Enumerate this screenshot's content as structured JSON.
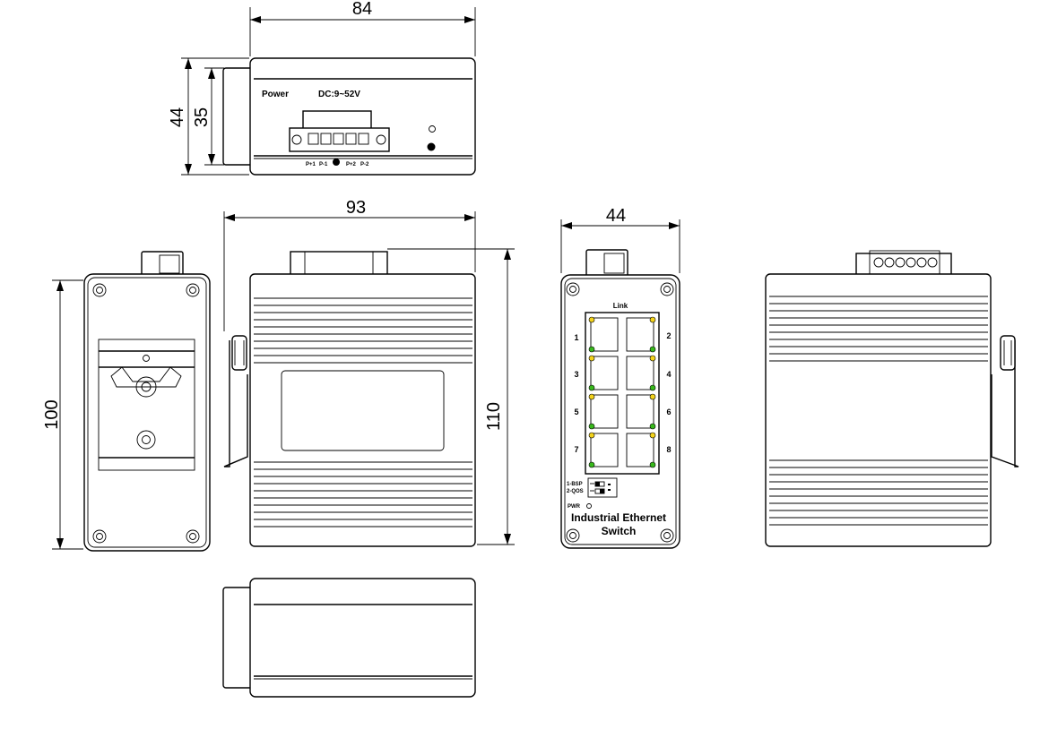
{
  "dimensions": {
    "top_width": "84",
    "top_height_outer": "44",
    "top_height_inner": "35",
    "side_width": "93",
    "front_width": "44",
    "din_height": "100",
    "side_height": "110"
  },
  "top_view": {
    "power_label": "Power",
    "voltage_label": "DC:9~52V",
    "terminal_labels": [
      "P+1",
      "P-1",
      "P+2",
      "P-2"
    ]
  },
  "front_view": {
    "link_label": "Link",
    "ports": [
      "1",
      "2",
      "3",
      "4",
      "5",
      "6",
      "7",
      "8"
    ],
    "dip_labels": [
      "1-BSP",
      "2-QOS"
    ],
    "pwr_label": "PWR",
    "product_name": [
      "Industrial Ethernet",
      "Switch"
    ]
  },
  "colors": {
    "led_yellow": "#f2d21b",
    "led_green": "#38b81c",
    "line": "#000000"
  }
}
